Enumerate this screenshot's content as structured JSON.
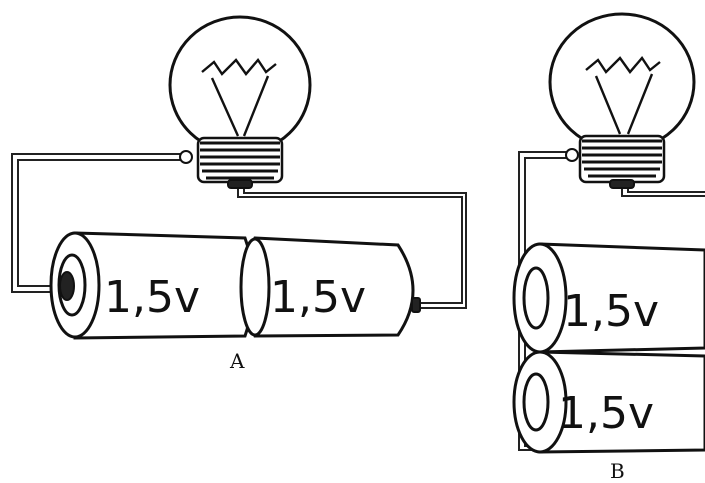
{
  "circuit_a": {
    "label": "A",
    "cells": [
      {
        "voltage": "1,5v"
      },
      {
        "voltage": "1,5v"
      }
    ]
  },
  "circuit_b": {
    "label": "B",
    "cells": [
      {
        "voltage": "1,5v"
      },
      {
        "voltage": "1,5v"
      }
    ]
  }
}
